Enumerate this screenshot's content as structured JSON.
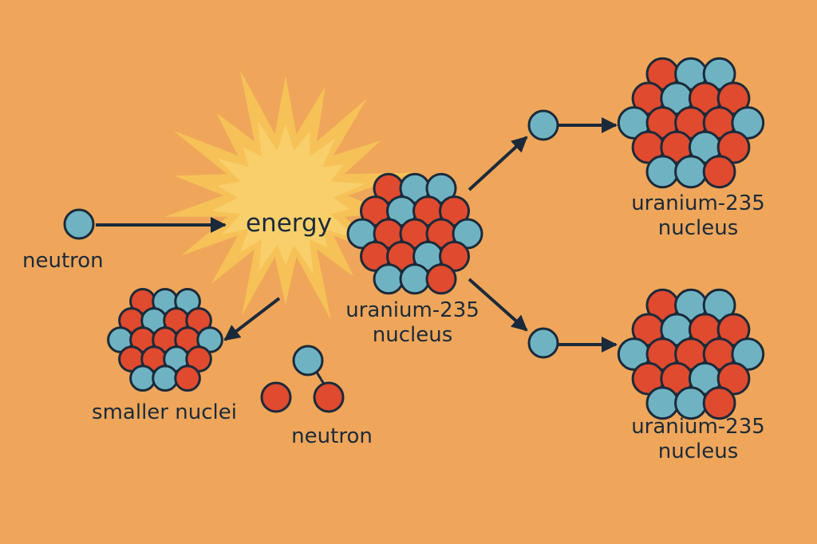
{
  "labels": {
    "neutron_in": "neutron",
    "energy": "energy",
    "center_nucleus_line1": "uranium-235",
    "center_nucleus_line2": "nucleus",
    "top_right_nucleus_line1": "uranium-235",
    "top_right_nucleus_line2": "nucleus",
    "bottom_right_nucleus_line1": "uranium-235",
    "bottom_right_nucleus_line2": "nucleus",
    "smaller_nuclei": "smaller nuclei",
    "neutron_out": "neutron"
  },
  "colors": {
    "background": "#EFA65A",
    "neutron_blue": "#6FB3C2",
    "proton_red": "#E04A2E",
    "outline_navy": "#1B2A3A",
    "energy_burst": "#F6C257",
    "energy_burst_inner": "#F8CF6A"
  }
}
